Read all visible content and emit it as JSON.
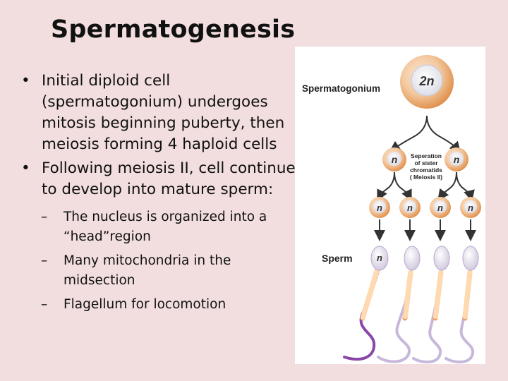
{
  "title": "Spermatogenesis",
  "bullets": [
    {
      "marker": "•",
      "text": "Initial diploid cell (spermatogonium) undergoes mitosis beginning puberty, then meiosis forming 4 haploid cells"
    },
    {
      "marker": "•",
      "text": "Following meiosis II, cell continue to develop into mature sperm:"
    }
  ],
  "sub_bullets": [
    {
      "marker": "–",
      "text": "The nucleus is organized into a “head”region"
    },
    {
      "marker": "–",
      "text": "Many mitochondria in the midsection"
    },
    {
      "marker": "–",
      "text": "Flagellum for locomotion"
    }
  ],
  "diagram": {
    "spermatogonium_label": "Spermatogonium",
    "diploid": "2n",
    "haploid": "n",
    "separation_line1": "Seperation",
    "separation_line2": "of sister",
    "separation_line3": "chromatids",
    "separation_line4": "( Meiosis II)",
    "sperm_label": "Sperm"
  },
  "colors": {
    "background": "#f2dede",
    "cell_orange": "#f0b070",
    "flagellum": "#b9a7cf",
    "highlight_flagellum": "#8a46a8"
  }
}
